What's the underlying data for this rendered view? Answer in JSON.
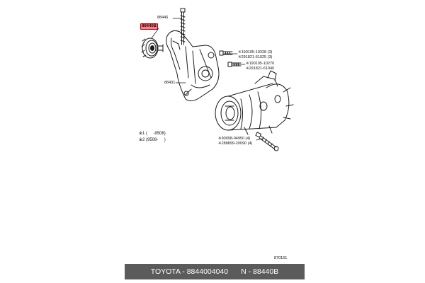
{
  "parts": {
    "pulley": "88440B",
    "bolt_long": "88446",
    "bracket": "88431",
    "bolt1_a": "※190105-10328 (3)",
    "bolt1_b": "※291821-61025 (3)",
    "bolt2_a": "※190105-10270",
    "bolt2_b": "※291821-61040",
    "bolt3_a": "※90098-04950 (4)",
    "bolt3_b": "※288899-20090 (4)"
  },
  "notes": {
    "line1": "※1 (     -9508)",
    "line2": "※2 (9508-     )"
  },
  "figure_code": "870151",
  "footer": {
    "brand": "TOYOTA",
    "part_no": "8844004040",
    "ref": "N - 88440B"
  },
  "colors": {
    "highlight": "#ff7d86",
    "footer_bg": "#5b5b5b",
    "footer_text": "#ffffff"
  }
}
